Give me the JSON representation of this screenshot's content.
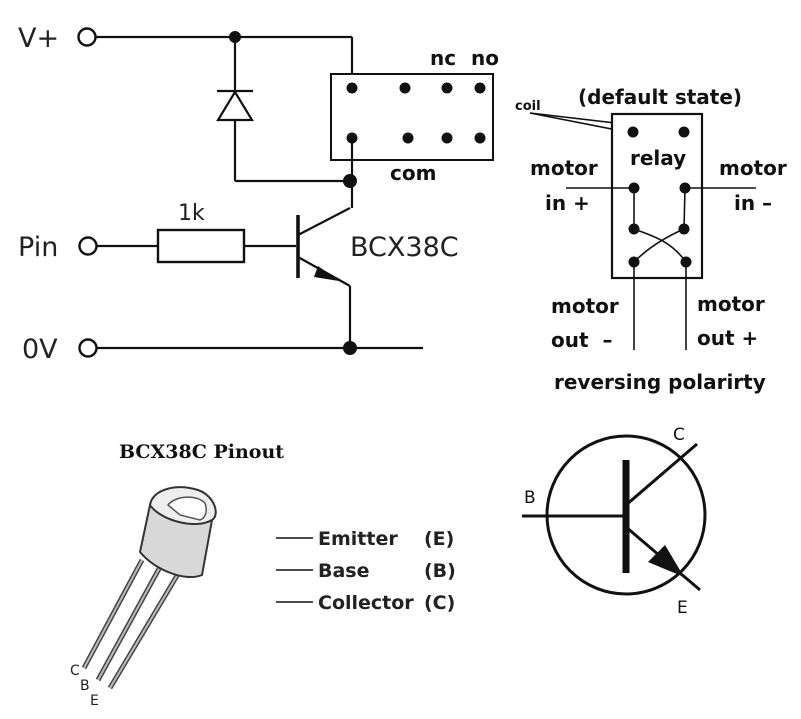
{
  "circuit": {
    "vplus_label": "V+",
    "pin_label": "Pin",
    "zero_v_label": "0V",
    "resistor_label": "1k",
    "transistor_label": "BCX38C",
    "relay_nc_label": "nc",
    "relay_no_label": "no",
    "relay_com_label": "com"
  },
  "relay_wiring": {
    "default_state_label": "(default state)",
    "coil_label": "coil",
    "relay_label": "relay",
    "motor_in_plus_line1": "motor",
    "motor_in_plus_line2": "in +",
    "motor_in_minus_line1": "motor",
    "motor_in_minus_line2": "in –",
    "motor_out_minus_line1": "motor",
    "motor_out_minus_line2": "out  –",
    "motor_out_plus_line1": "motor",
    "motor_out_plus_line2": "out +",
    "caption": "reversing polarirty"
  },
  "pinout": {
    "title": "BCX38C Pinout",
    "emitter_label": "Emitter",
    "emitter_code": "(E)",
    "base_label": "Base",
    "base_code": "(B)",
    "collector_label": "Collector",
    "collector_code": "(C)",
    "leg_c": "C",
    "leg_b": "B",
    "leg_e": "E"
  },
  "symbol": {
    "b_label": "B",
    "c_label": "C",
    "e_label": "E"
  }
}
